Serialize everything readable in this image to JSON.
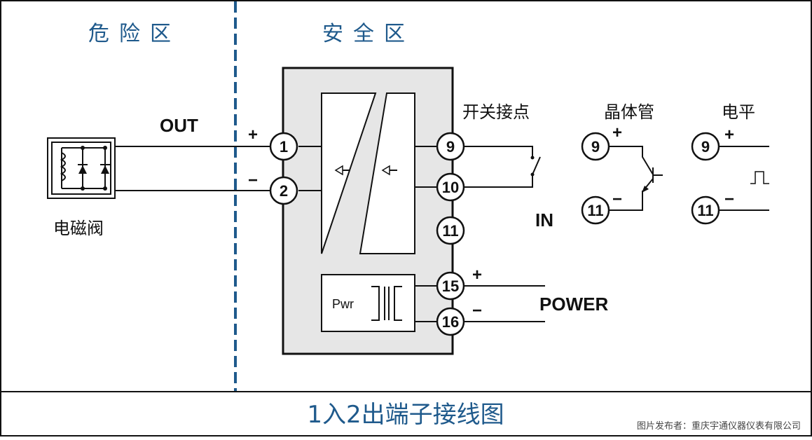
{
  "zones": {
    "hazardous": "危险区",
    "safe": "安全区"
  },
  "labels": {
    "out": "OUT",
    "in": "IN",
    "power": "POWER",
    "solenoid": "电磁阀",
    "switch_contact": "开关接点",
    "transistor": "晶体管",
    "level": "电平",
    "pwr": "Pwr"
  },
  "terminals": {
    "t1": "1",
    "t2": "2",
    "t9": "9",
    "t10": "10",
    "t11": "11",
    "t15": "15",
    "t16": "16",
    "tr_pos": "9",
    "tr_neg": "11",
    "lv_pos": "9",
    "lv_neg": "11"
  },
  "signs": {
    "plus": "+",
    "minus": "−"
  },
  "caption": "1入2出端子接线图",
  "credit": "图片发布者：重庆宇通仪器仪表有限公司",
  "colors": {
    "zone_text": "#1f5a8c",
    "divider": "#1f5a8c",
    "module_fill": "#e6e6e6",
    "line": "#111111"
  }
}
